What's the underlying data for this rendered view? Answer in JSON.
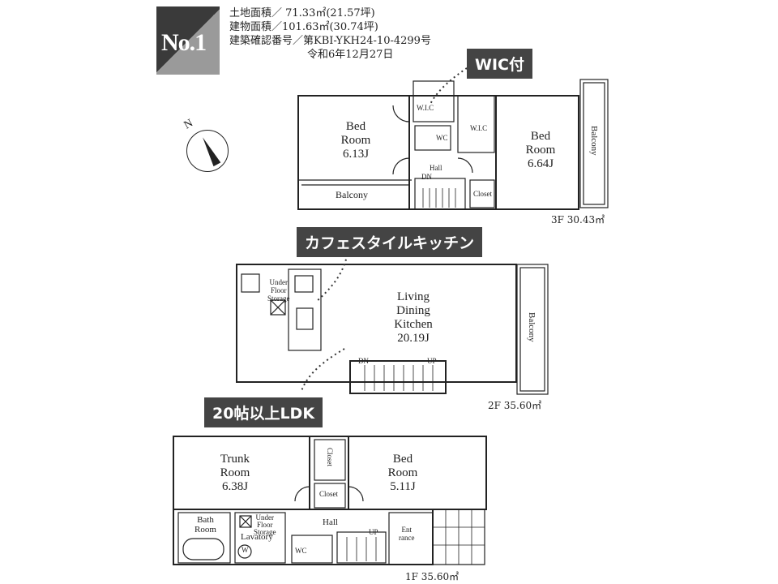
{
  "badge": {
    "label": "No.1"
  },
  "info": {
    "land_area": "土地面積／ 71.33㎡(21.57坪)",
    "building_area": "建物面積／101.63㎡(30.74坪)",
    "permit_no": "建築確認番号／第KBI-YKH24-10-4299号",
    "permit_date": "令和6年12月27日"
  },
  "compass": {
    "north": "N"
  },
  "callouts": {
    "wic": "WIC付",
    "cafe_kitchen": "カフェスタイルキッチン",
    "ldk": "20帖以上LDK"
  },
  "floor3": {
    "area": "3F 30.43㎡",
    "bed1": {
      "name1": "Bed",
      "name2": "Room",
      "size": "6.13J"
    },
    "bed2": {
      "name1": "Bed",
      "name2": "Room",
      "size": "6.64J"
    },
    "balcony_bottom": "Balcony",
    "balcony_side": "Balcony",
    "wic1": "W.I.C",
    "wic2": "W.I.C",
    "wc": "WC",
    "hall": "Hall",
    "dn": "DN",
    "closet": "Closet"
  },
  "floor2": {
    "area": "2F 35.60㎡",
    "ldk": {
      "l1": "Living",
      "l2": "Dining",
      "l3": "Kitchen",
      "size": "20.19J"
    },
    "balcony": "Balcony",
    "storage": {
      "l1": "Under",
      "l2": "Floor",
      "l3": "Storage"
    },
    "dn": "DN",
    "up": "UP"
  },
  "floor1": {
    "area": "1F 35.60㎡",
    "trunk": {
      "name1": "Trunk",
      "name2": "Room",
      "size": "6.38J"
    },
    "bed": {
      "name1": "Bed",
      "name2": "Room",
      "size": "5.11J"
    },
    "bath": {
      "name1": "Bath",
      "name2": "Room"
    },
    "lavatory": "Lavatory",
    "storage": {
      "l1": "Under",
      "l2": "Floor",
      "l3": "Storage"
    },
    "hall": "Hall",
    "entrance": {
      "l1": "Ent",
      "l2": "rance"
    },
    "closet_v": "Closet",
    "closet": "Closet",
    "wc": "WC",
    "w": "W",
    "up": "UP"
  }
}
